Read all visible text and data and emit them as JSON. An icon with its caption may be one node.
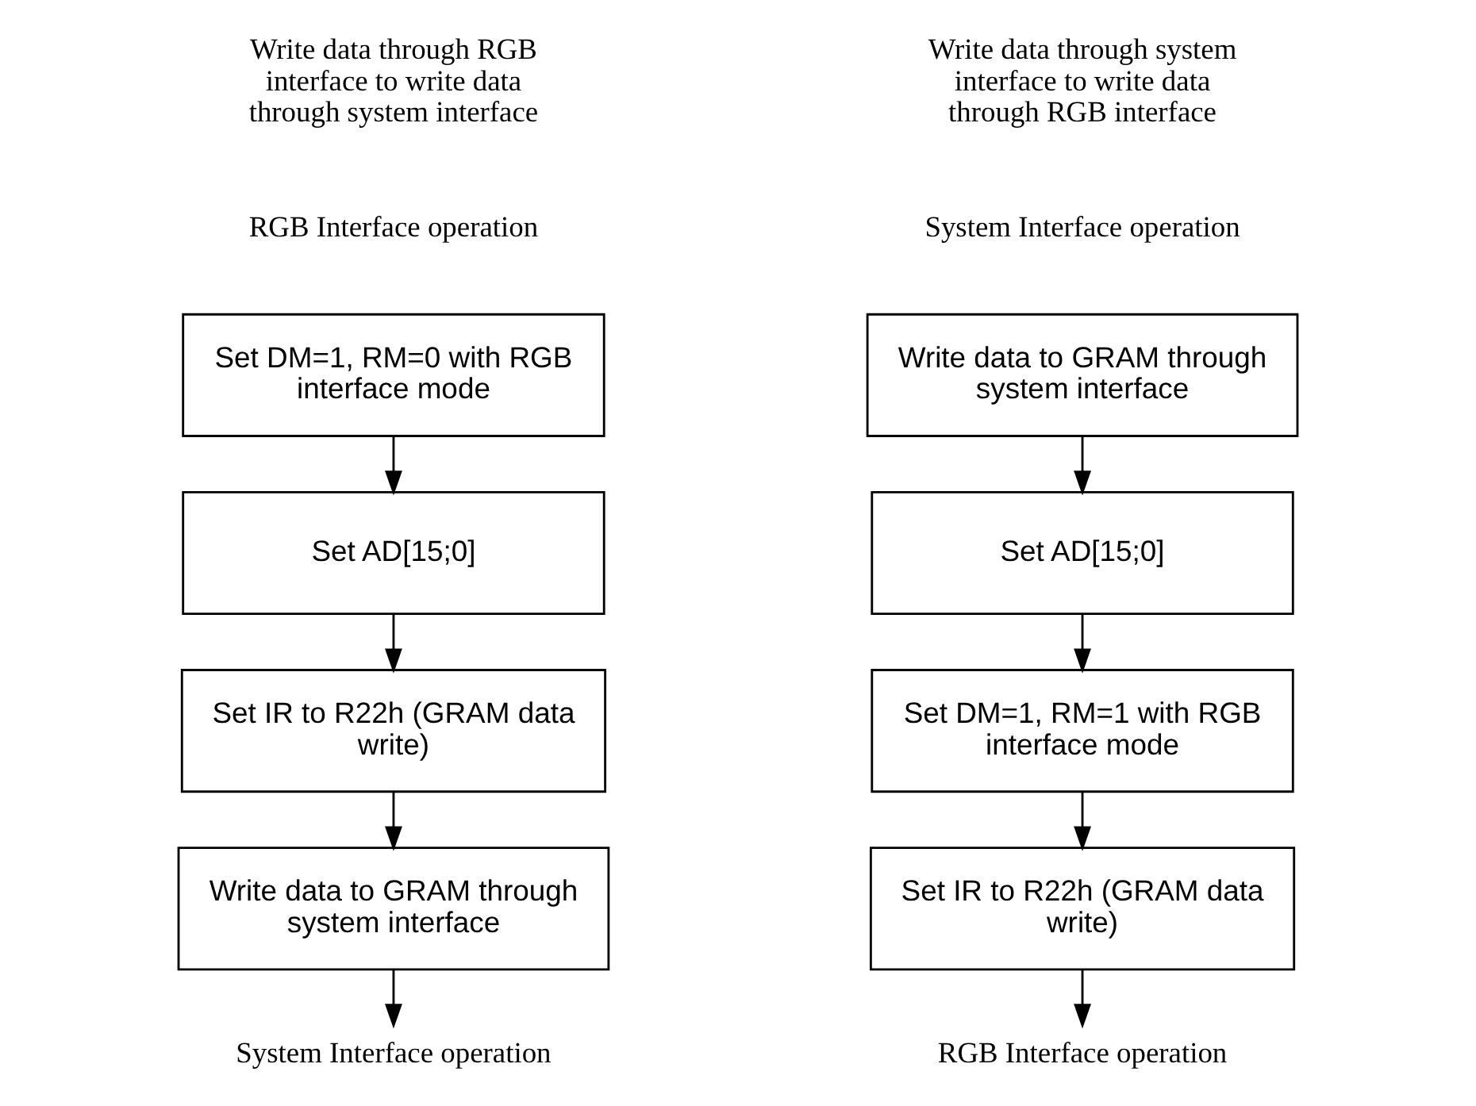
{
  "diagram": {
    "nodes": [
      {
        "text": [
          "Set DM=1, RM=0 with RGB interface mode"
        ]
      },
      {
        "text": [
          "Set AD[15;0]"
        ]
      },
      {
        "text": [
          "Set IR to R22h (GRAM data write)"
        ]
      },
      {
        "text": [
          "Write data to GRAM through system interface"
        ]
      },
      {
        "text": [
          "System Interface operation"
        ]
      },
      {
        "text": [
          "Write data to GRAM through system interface"
        ]
      },
      {
        "text": [
          "Set AD[15;0]"
        ]
      },
      {
        "text": [
          "Set DM=1, RM=1 with RGB interface mode"
        ]
      },
      {
        "text": [
          "Set IR to R22h (GRAM data write)"
        ]
      },
      {
        "text": [
          "RGB Interface operation"
        ]
      }
    ],
    "edges": [
      {
        "from": 0,
        "to": 1,
        "arrow": "to"
      },
      {
        "from": 1,
        "to": 2,
        "arrow": "to"
      },
      {
        "from": 2,
        "to": 3,
        "arrow": "to"
      },
      {
        "from": 3,
        "to": 4,
        "arrow": "to"
      },
      {
        "from": 5,
        "to": 6,
        "arrow": "to"
      },
      {
        "from": 6,
        "to": 7,
        "arrow": "to"
      },
      {
        "from": 7,
        "to": 8,
        "arrow": "to"
      },
      {
        "from": 8,
        "to": 9,
        "arrow": "to"
      }
    ],
    "labels": [
      "Write data through RGB interface to write data through system interface",
      "RGB Interface operation",
      "Write data through system interface to write data through RGB interface",
      "System Interface operation"
    ]
  }
}
